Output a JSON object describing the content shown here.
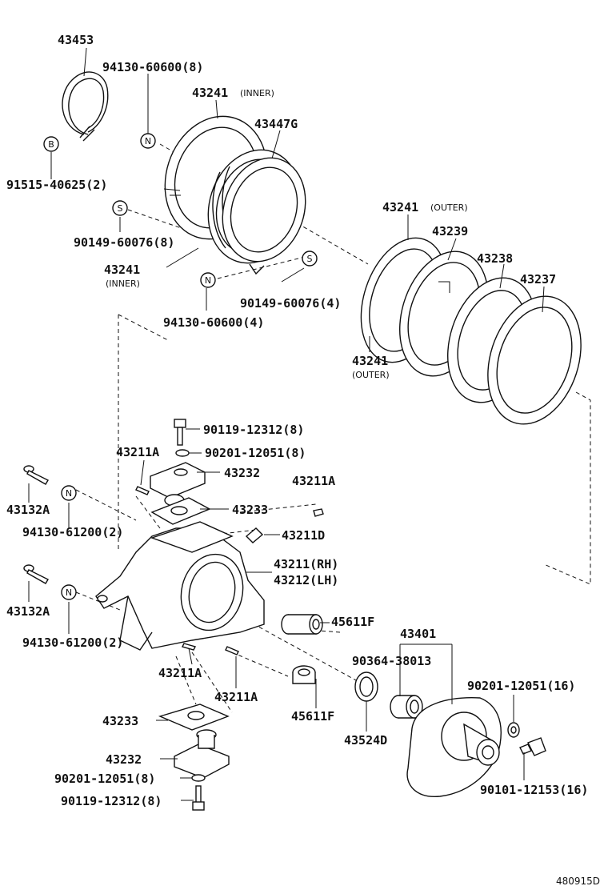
{
  "diagram": {
    "reference_code": "480915D",
    "callouts": [
      {
        "id": "c1",
        "letter": "N"
      },
      {
        "id": "c2",
        "letter": "B"
      },
      {
        "id": "c3",
        "letter": "S"
      },
      {
        "id": "c4",
        "letter": "S"
      },
      {
        "id": "c5",
        "letter": "N"
      },
      {
        "id": "c6",
        "letter": "N"
      },
      {
        "id": "c7",
        "letter": "N"
      }
    ],
    "labels": [
      {
        "id": "l01",
        "text": "43453"
      },
      {
        "id": "l02",
        "text": "94130-60600(8)"
      },
      {
        "id": "l03",
        "text": "43241",
        "suffix": "(INNER)"
      },
      {
        "id": "l04",
        "text": "43447G"
      },
      {
        "id": "l05",
        "text": "91515-40625(2)"
      },
      {
        "id": "l06",
        "text": "90149-60076(8)"
      },
      {
        "id": "l07",
        "text": "43241",
        "sub": "(INNER)"
      },
      {
        "id": "l08",
        "text": "90149-60076(4)"
      },
      {
        "id": "l09",
        "text": "94130-60600(4)"
      },
      {
        "id": "l10",
        "text": "43241",
        "suffix": "(OUTER)"
      },
      {
        "id": "l11",
        "text": "43239"
      },
      {
        "id": "l12",
        "text": "43238"
      },
      {
        "id": "l13",
        "text": "43237"
      },
      {
        "id": "l14",
        "text": "43241",
        "sub": "(OUTER)"
      },
      {
        "id": "l15",
        "text": "90119-12312(8)"
      },
      {
        "id": "l16",
        "text": "43211A"
      },
      {
        "id": "l17",
        "text": "90201-12051(8)"
      },
      {
        "id": "l18",
        "text": "43232"
      },
      {
        "id": "l19",
        "text": "43211A"
      },
      {
        "id": "l20",
        "text": "43132A"
      },
      {
        "id": "l21",
        "text": "43233"
      },
      {
        "id": "l22",
        "text": "94130-61200(2)"
      },
      {
        "id": "l23",
        "text": "43211D"
      },
      {
        "id": "l24",
        "text": "43211(RH)"
      },
      {
        "id": "l25",
        "text": "43212(LH)"
      },
      {
        "id": "l26",
        "text": "43132A"
      },
      {
        "id": "l27",
        "text": "45611F"
      },
      {
        "id": "l28",
        "text": "43401"
      },
      {
        "id": "l29",
        "text": "94130-61200(2)"
      },
      {
        "id": "l30",
        "text": "90364-38013"
      },
      {
        "id": "l31",
        "text": "43211A"
      },
      {
        "id": "l32",
        "text": "90201-12051(16)"
      },
      {
        "id": "l33",
        "text": "43211A"
      },
      {
        "id": "l34",
        "text": "45611F"
      },
      {
        "id": "l35",
        "text": "43233"
      },
      {
        "id": "l36",
        "text": "43524D"
      },
      {
        "id": "l37",
        "text": "43232"
      },
      {
        "id": "l38",
        "text": "90201-12051(8)"
      },
      {
        "id": "l39",
        "text": "90119-12312(8)"
      },
      {
        "id": "l40",
        "text": "90101-12153(16)"
      }
    ]
  }
}
